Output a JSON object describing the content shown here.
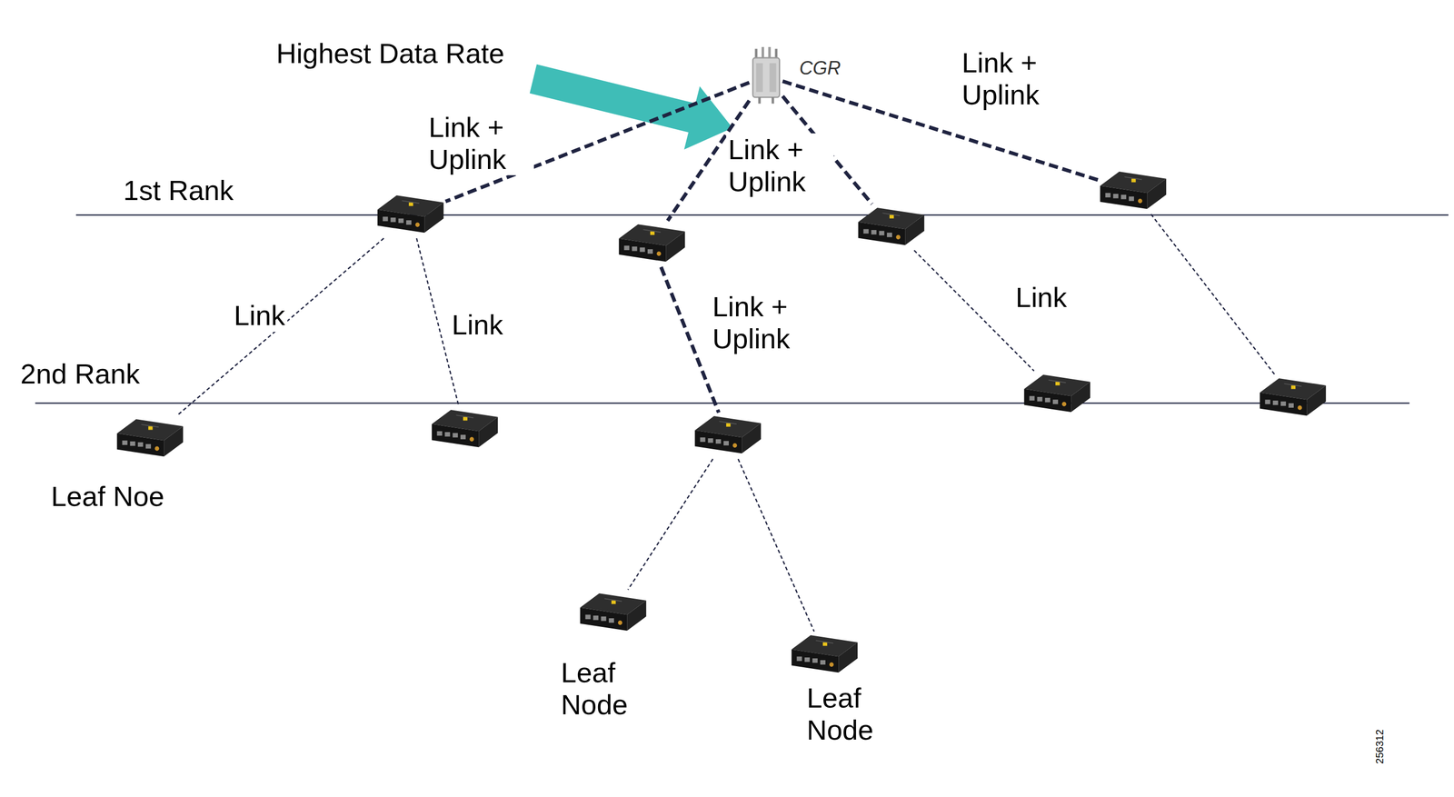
{
  "diagram": {
    "nodes": [
      {
        "text": [
          "CGR"
        ]
      },
      {
        "text": []
      },
      {
        "text": []
      },
      {
        "text": []
      },
      {
        "text": []
      },
      {
        "text": [
          "Leaf Noe"
        ]
      },
      {
        "text": []
      },
      {
        "text": []
      },
      {
        "text": []
      },
      {
        "text": []
      },
      {
        "text": [
          "Leaf Node"
        ]
      },
      {
        "text": [
          "Leaf Node"
        ]
      }
    ],
    "edges": [
      {
        "from": 0,
        "to": 1,
        "arrow": "none",
        "label": "Link + Uplink"
      },
      {
        "from": 0,
        "to": 2,
        "arrow": "none",
        "label": "Link + Uplink"
      },
      {
        "from": 0,
        "to": 3,
        "arrow": "none"
      },
      {
        "from": 0,
        "to": 4,
        "arrow": "none",
        "label": "Link + Uplink"
      },
      {
        "from": 1,
        "to": 5,
        "arrow": "none",
        "label": "Link"
      },
      {
        "from": 1,
        "to": 6,
        "arrow": "none",
        "label": "Link"
      },
      {
        "from": 2,
        "to": 7,
        "arrow": "none",
        "label": "Link + Uplink"
      },
      {
        "from": 3,
        "to": 8,
        "arrow": "none",
        "label": "Link"
      },
      {
        "from": 4,
        "to": 9,
        "arrow": "none"
      },
      {
        "from": 7,
        "to": 10,
        "arrow": "none"
      },
      {
        "from": 7,
        "to": 11,
        "arrow": "none"
      }
    ],
    "labels": [
      "Highest Data Rate",
      "1st Rank",
      "2nd Rank",
      "256312"
    ]
  }
}
